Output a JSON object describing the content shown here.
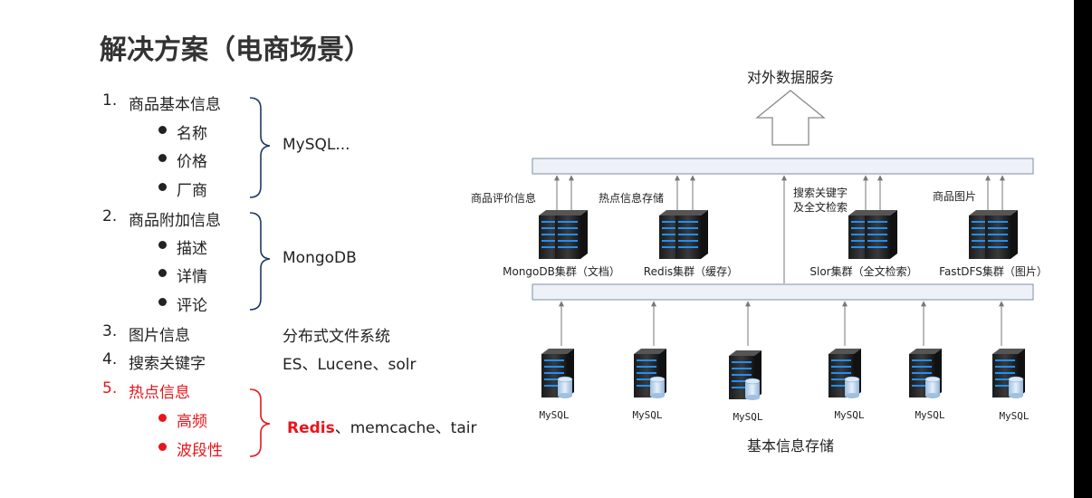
{
  "title": "解决方案（电商场景）",
  "list": [
    {
      "num": "1.",
      "label": "商品基本信息",
      "subs": [
        "名称",
        "价格",
        "厂商"
      ],
      "tech": "MySQL..."
    },
    {
      "num": "2.",
      "label": "商品附加信息",
      "subs": [
        "描述",
        "详情",
        "评论"
      ],
      "tech": "MongoDB"
    },
    {
      "num": "3.",
      "label": "图片信息",
      "tech": "分布式文件系统"
    },
    {
      "num": "4.",
      "label": "搜索关键字",
      "tech": "ES、Lucene、solr"
    },
    {
      "num": "5.",
      "label": "热点信息",
      "subs": [
        "高频",
        "波段性"
      ],
      "tech_bold": "Redis",
      "tech_rest": "、memcache、tair"
    }
  ],
  "diagram": {
    "top_label": "对外数据服务",
    "clusters": [
      {
        "annotation": "商品评价信息",
        "name": "MongoDB集群（文档）"
      },
      {
        "annotation": "热点信息存储",
        "name": "Redis集群（缓存）"
      },
      {
        "annotation_line1": "搜索关键字",
        "annotation_line2": "及全文检索",
        "name": "Slor集群（全文检索）"
      },
      {
        "annotation": "商品图片",
        "name": "FastDFS集群（图片）"
      }
    ],
    "db_label": "MySQL",
    "bottom_label": "基本信息存储"
  },
  "colors": {
    "highlight": "#e8161b",
    "bracket": "#1f3864",
    "bar_fill": "#eef1f7",
    "bar_stroke": "#7f8fa9"
  }
}
